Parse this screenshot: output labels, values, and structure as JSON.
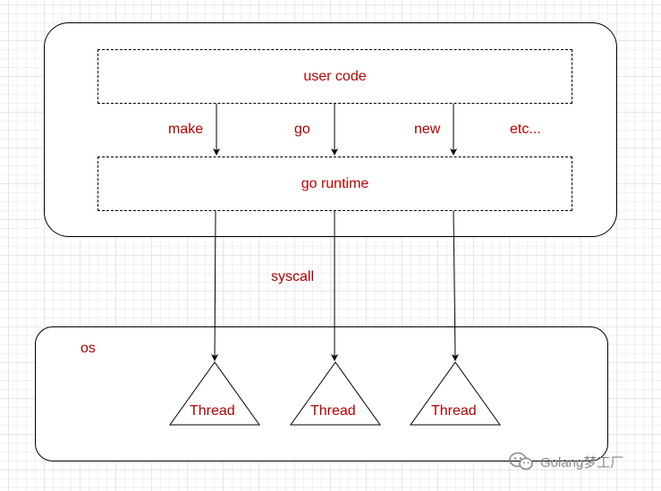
{
  "user_space": {
    "user_code_label": "user code",
    "runtime_label": "go runtime",
    "call_labels": [
      "make",
      "go",
      "new",
      "etc..."
    ]
  },
  "syscall_label": "syscall",
  "os": {
    "label": "os",
    "threads": [
      "Thread",
      "Thread",
      "Thread"
    ]
  },
  "watermark": {
    "text": "Golang梦工厂",
    "icon": "wechat-icon"
  },
  "colors": {
    "label_red": "#b00000",
    "line": "#000000"
  }
}
